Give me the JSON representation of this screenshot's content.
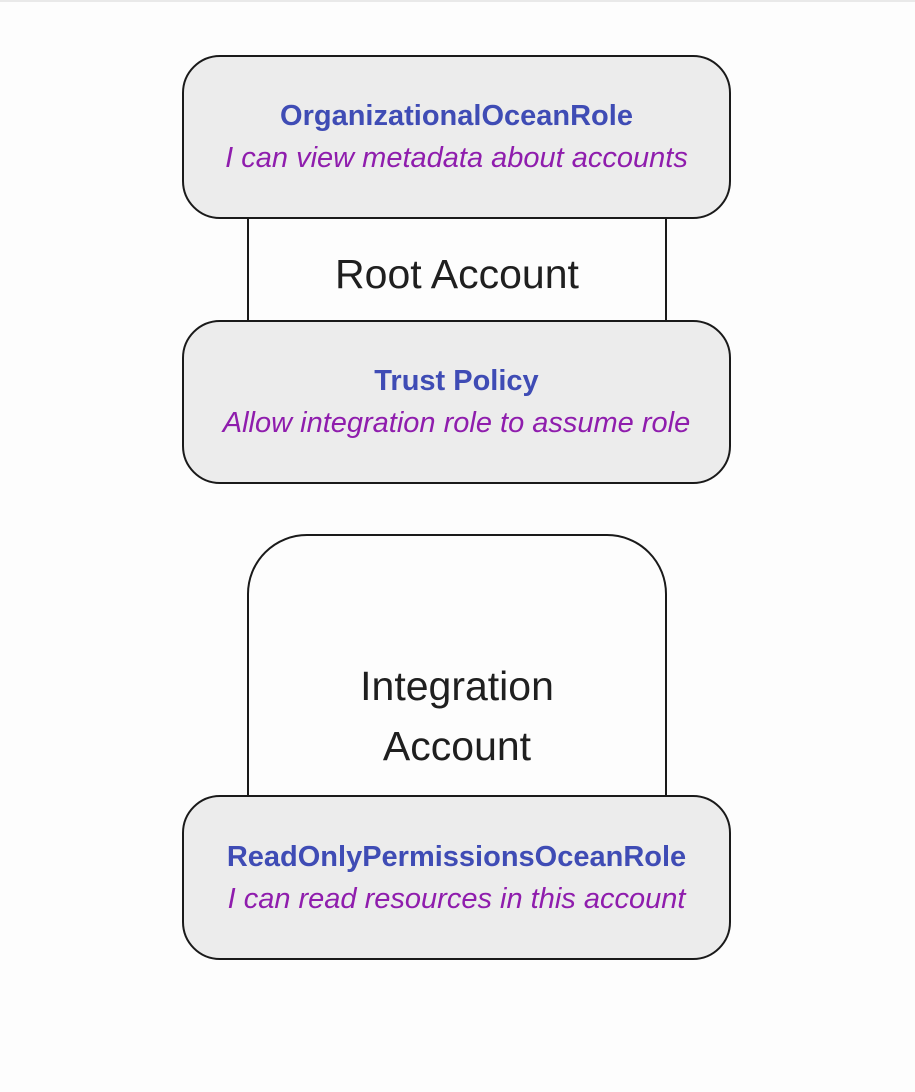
{
  "colors": {
    "canvas_bg": "#fdfdfd",
    "node_fill": "#ececec",
    "node_border": "#1a1a1a",
    "cluster_border": "#1a1a1a",
    "title_blue": "#3f4cb5",
    "subtitle_purple": "#8f1dad",
    "label_dark": "#1f1f1f"
  },
  "diagram": {
    "root_cluster": {
      "label": "Root Account",
      "nodes": [
        {
          "title": "OrganizationalOceanRole",
          "subtitle": "I can view metadata about accounts"
        },
        {
          "title": "Trust Policy",
          "subtitle": "Allow integration role to assume role"
        }
      ]
    },
    "integration_cluster": {
      "label": "Integration Account",
      "nodes": [
        {
          "title": "ReadOnlyPermissionsOceanRole",
          "subtitle": "I can read resources in this account"
        }
      ]
    }
  }
}
